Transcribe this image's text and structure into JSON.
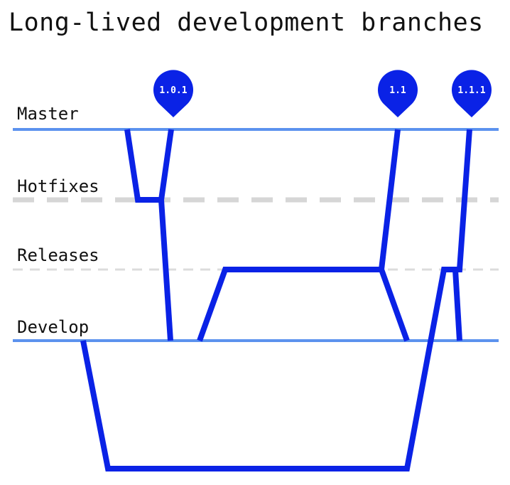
{
  "title": "Long-lived development branches",
  "lanes": {
    "master": "Master",
    "hotfixes": "Hotfixes",
    "releases": "Releases",
    "develop": "Develop"
  },
  "tags": {
    "tag_1": "1.0.1",
    "tag_2": "1.1",
    "tag_3": "1.1.1"
  },
  "colors": {
    "branch": "#0a22e6",
    "mainline": "#5c92ee",
    "dashed_lane": "#d6d6d6",
    "tag": "#0a22e6"
  }
}
